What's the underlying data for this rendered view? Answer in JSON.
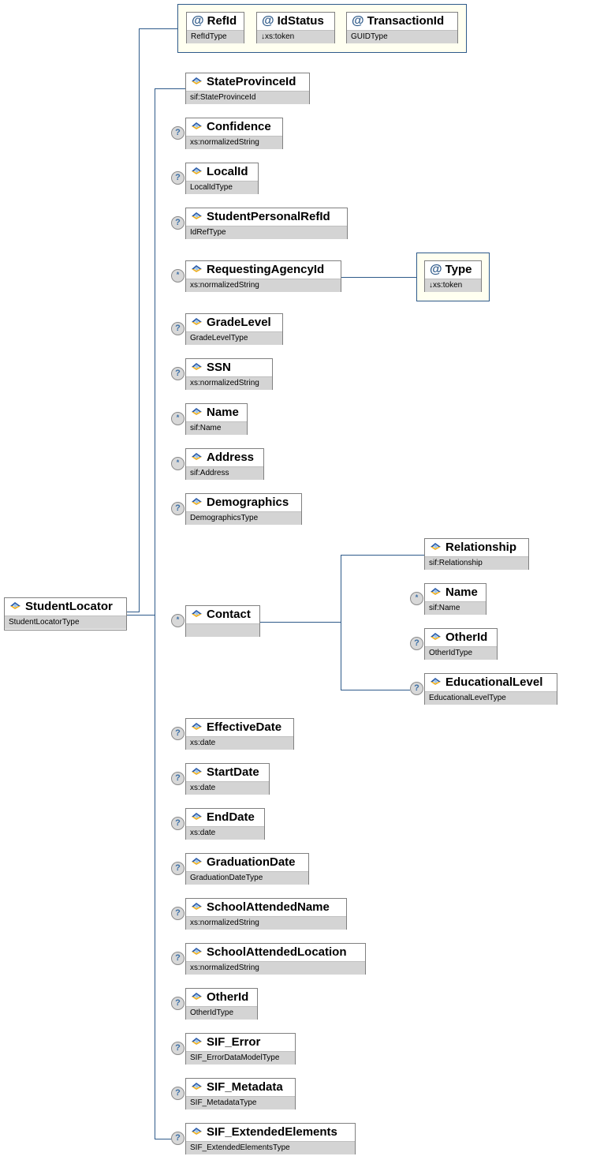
{
  "root": {
    "name": "StudentLocator",
    "type": "StudentLocatorType"
  },
  "attributes": [
    {
      "name": "RefId",
      "type": "RefIdType"
    },
    {
      "name": "IdStatus",
      "type": "↓xs:token"
    },
    {
      "name": "TransactionId",
      "type": "GUIDType"
    }
  ],
  "elements": [
    {
      "name": "StateProvinceId",
      "type": "sif:StateProvinceId",
      "occurrence": ""
    },
    {
      "name": "Confidence",
      "type": "xs:normalizedString",
      "occurrence": "?"
    },
    {
      "name": "LocalId",
      "type": "LocalIdType",
      "occurrence": "?"
    },
    {
      "name": "StudentPersonalRefId",
      "type": "IdRefType",
      "occurrence": "?"
    },
    {
      "name": "RequestingAgencyId",
      "type": "xs:normalizedString",
      "occurrence": "*"
    },
    {
      "name": "GradeLevel",
      "type": "GradeLevelType",
      "occurrence": "?"
    },
    {
      "name": "SSN",
      "type": "xs:normalizedString",
      "occurrence": "?"
    },
    {
      "name": "Name",
      "type": "sif:Name",
      "occurrence": "*"
    },
    {
      "name": "Address",
      "type": "sif:Address",
      "occurrence": "*"
    },
    {
      "name": "Demographics",
      "type": "DemographicsType",
      "occurrence": "?"
    },
    {
      "name": "Contact",
      "type": "",
      "occurrence": "*"
    },
    {
      "name": "EffectiveDate",
      "type": "xs:date",
      "occurrence": "?"
    },
    {
      "name": "StartDate",
      "type": "xs:date",
      "occurrence": "?"
    },
    {
      "name": "EndDate",
      "type": "xs:date",
      "occurrence": "?"
    },
    {
      "name": "GraduationDate",
      "type": "GraduationDateType",
      "occurrence": "?"
    },
    {
      "name": "SchoolAttendedName",
      "type": "xs:normalizedString",
      "occurrence": "?"
    },
    {
      "name": "SchoolAttendedLocation",
      "type": "xs:normalizedString",
      "occurrence": "?"
    },
    {
      "name": "OtherId",
      "type": "OtherIdType",
      "occurrence": "?"
    },
    {
      "name": "SIF_Error",
      "type": "SIF_ErrorDataModelType",
      "occurrence": "?"
    },
    {
      "name": "SIF_Metadata",
      "type": "SIF_MetadataType",
      "occurrence": "?"
    },
    {
      "name": "SIF_ExtendedElements",
      "type": "SIF_ExtendedElementsType",
      "occurrence": "?"
    }
  ],
  "requesting_agency_attribute": {
    "name": "Type",
    "type": "↓xs:token"
  },
  "contact_children": [
    {
      "name": "Relationship",
      "type": "sif:Relationship",
      "occurrence": ""
    },
    {
      "name": "Name",
      "type": "sif:Name",
      "occurrence": "*"
    },
    {
      "name": "OtherId",
      "type": "OtherIdType",
      "occurrence": "?"
    },
    {
      "name": "EducationalLevel",
      "type": "EducationalLevelType",
      "occurrence": "?"
    }
  ],
  "colors": {
    "connector": "#2e5a8a",
    "attr_bg": "#fffff0",
    "type_bg": "#d4d4d4"
  }
}
